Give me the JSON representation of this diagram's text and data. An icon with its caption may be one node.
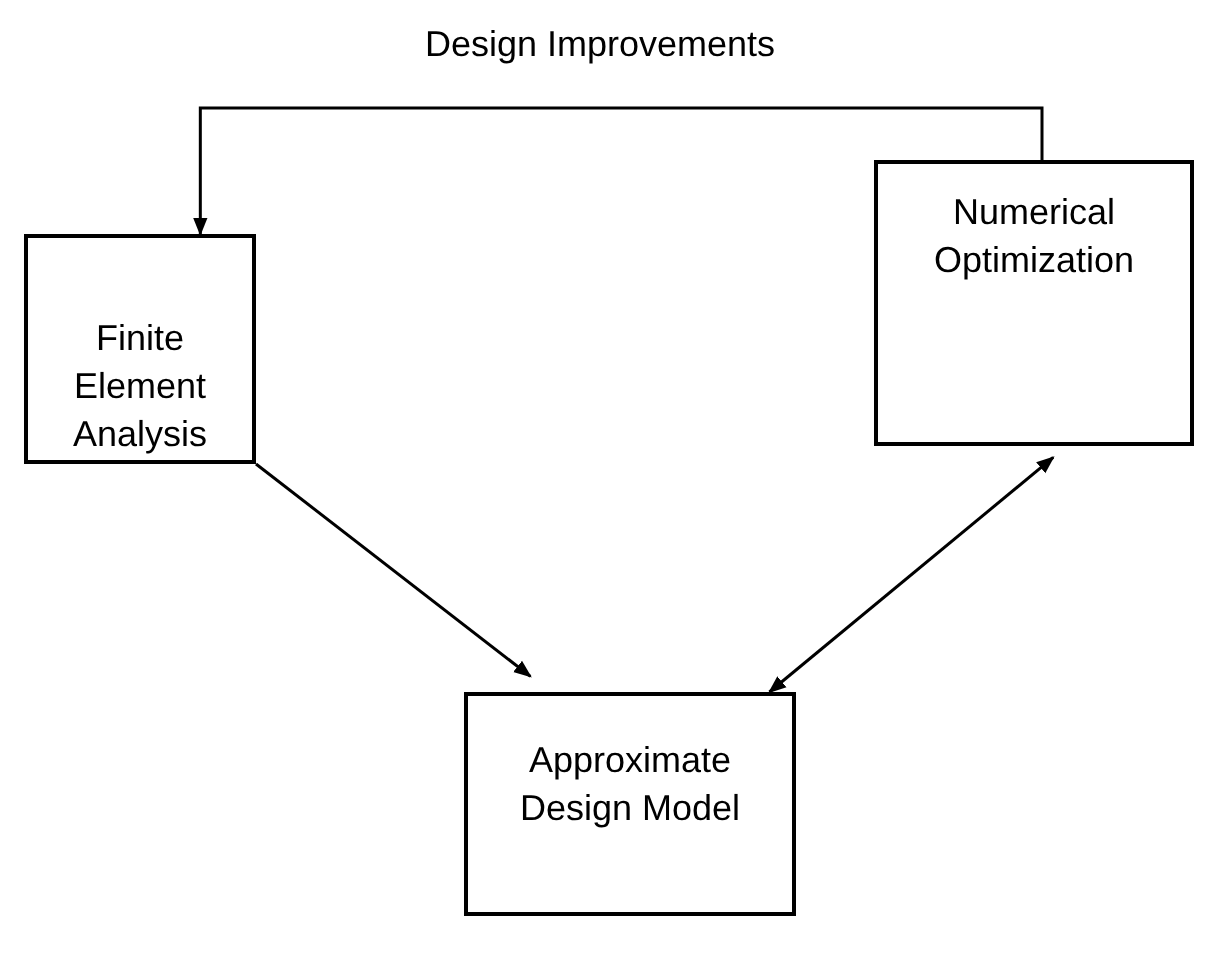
{
  "diagram": {
    "nodes": [
      {
        "text": [
          "Finite Element Analysis"
        ]
      },
      {
        "text": [
          "Numerical Optimization"
        ]
      },
      {
        "text": [
          "Approximate Design Model"
        ]
      }
    ],
    "edges": [
      {
        "from": 1,
        "to": 0,
        "arrow": "to",
        "label": "Design Improvements"
      },
      {
        "from": 0,
        "to": 2,
        "arrow": "to"
      },
      {
        "from": 2,
        "to": 1,
        "arrow": "both"
      }
    ]
  }
}
